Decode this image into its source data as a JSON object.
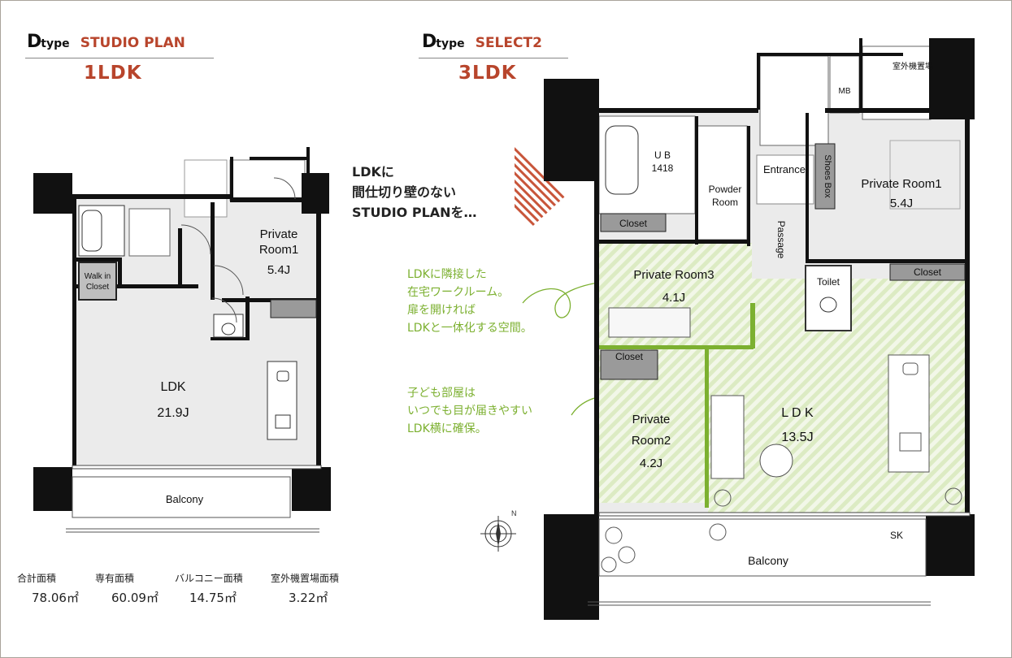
{
  "left_plan": {
    "type_letter": "D",
    "type_word": "type",
    "plan_name": "STUDIO PLAN",
    "layout": "1LDK",
    "rooms": {
      "walk_in_closet": "Walk in\nCloset",
      "private_room1_name": "Private\nRoom1",
      "private_room1_size": "5.4J",
      "ldk_name": "LDK",
      "ldk_size": "21.9J",
      "balcony": "Balcony"
    }
  },
  "right_plan": {
    "type_letter": "D",
    "type_word": "type",
    "plan_name": "SELECT2",
    "layout": "3LDK",
    "rooms": {
      "outdoor_unit": "室外機置場",
      "mb": "MB",
      "ub": "U B\n1418",
      "powder_room": "Powder\nRoom",
      "entrance": "Entrance",
      "shoes_box": "Shoes Box",
      "private_room1_name": "Private Room1",
      "private_room1_size": "5.4J",
      "closet_a": "Closet",
      "passage": "Passage",
      "toilet": "Toilet",
      "closet_b": "Closet",
      "private_room3_name": "Private Room3",
      "private_room3_size": "4.1J",
      "closet_c": "Closet",
      "private_room2_name": "Private\nRoom2",
      "private_room2_size": "4.2J",
      "ldk_name": "L D K",
      "ldk_size": "13.5J",
      "sk": "SK",
      "balcony": "Balcony"
    }
  },
  "stats": [
    {
      "label": "合計面積",
      "value": "78.06㎡"
    },
    {
      "label": "専有面積",
      "value": "60.09㎡"
    },
    {
      "label": "バルコニー面積",
      "value": "14.75㎡"
    },
    {
      "label": "室外機置場面積",
      "value": "3.22㎡"
    }
  ],
  "callout": "LDKに\n間仕切り壁のない\nSTUDIO PLANを…",
  "notes": {
    "work_room": "LDKに隣接した\n在宅ワークルーム。\n扉を開ければ\nLDKと一体化する空間。",
    "kids_room": "子ども部屋は\nいつでも目が届きやすい\nLDK横に確保。"
  },
  "colors": {
    "accent": "#b8452c",
    "note_green": "#7cb030",
    "wall": "#111111",
    "room_fill": "#ebebeb",
    "hatch": "#dcebc3"
  }
}
